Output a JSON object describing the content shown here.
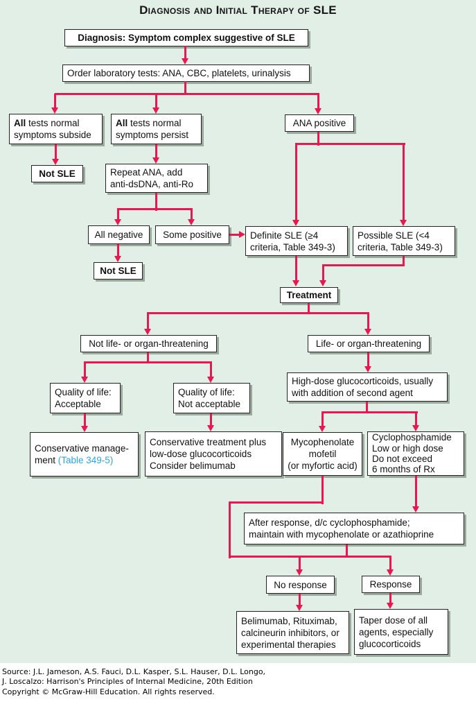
{
  "title": "Diagnosis and Initial Therapy of SLE",
  "colors": {
    "background": "#e1efe6",
    "arrow": "#e8174f",
    "link_blue": "#29a8e0"
  },
  "nodes": {
    "diagnosis": "Diagnosis: Symptom complex suggestive of SLE",
    "order_labs": "Order laboratory tests: ANA, CBC, platelets, urinalysis",
    "tests_normal_subside": {
      "bold": "All",
      "l1_rest": " tests normal",
      "l2": "symptoms subside"
    },
    "tests_normal_persist": {
      "bold": "All",
      "l1_rest": " tests normal",
      "l2": "symptoms persist"
    },
    "ana_positive": "ANA positive",
    "not_sle_left": "Not SLE",
    "repeat_ana": {
      "l1": "Repeat ANA, add",
      "l2": "anti-dsDNA, anti-Ro"
    },
    "all_negative": "All negative",
    "some_positive": "Some positive",
    "not_sle_mid": "Not SLE",
    "definite_sle": {
      "l1": "Definite SLE (≥4",
      "l2": "criteria, Table 349-3)"
    },
    "possible_sle": {
      "l1": "Possible SLE (<4",
      "l2": "criteria, Table 349-3)"
    },
    "treatment": "Treatment",
    "not_life_threatening": "Not life- or organ-threatening",
    "life_threatening": "Life- or organ-threatening",
    "qol_acceptable": {
      "l1": "Quality of life:",
      "l2": "Acceptable"
    },
    "qol_not_acceptable": {
      "l1": "Quality of life:",
      "l2": "Not acceptable"
    },
    "conservative_mgmt": {
      "l1": "Conservative manage-",
      "l2_prefix": "ment ",
      "l2_link": "(Table 349-5)"
    },
    "conservative_treatment": {
      "l1": "Conservative treatment plus",
      "l2": "low-dose glucocorticoids",
      "l3": "Consider belimumab"
    },
    "high_dose": {
      "l1": "High-dose glucocorticoids, usually",
      "l2": "with addition of second agent"
    },
    "mycophenolate": {
      "l1": "Mycophenolate",
      "l2": "mofetil",
      "l3": "(or myfortic acid)"
    },
    "cyclophosphamide": {
      "l1": "Cyclophosphamide",
      "l2": "Low or high dose",
      "l3": "Do not exceed",
      "l4": "6 months of Rx"
    },
    "after_response": {
      "l1": "After response, d/c cyclophosphamide;",
      "l2": "maintain with mycophenolate or azathioprine"
    },
    "no_response": "No response",
    "response": "Response",
    "belimumab_rituximab": {
      "l1": "Belimumab, Rituximab,",
      "l2": "calcineurin inhibitors, or",
      "l3": "experimental therapies"
    },
    "taper": {
      "l1": "Taper dose of all",
      "l2": "agents, especially",
      "l3": "glucocorticoids"
    }
  },
  "footer": {
    "line1": "Source: J.L. Jameson, A.S. Fauci, D.L. Kasper, S.L. Hauser, D.L. Longo,",
    "line2": "J. Loscalzo: Harrison's Principles of Internal Medicine, 20th Edition",
    "line3": "Copyright © McGraw-Hill Education. All rights reserved."
  }
}
